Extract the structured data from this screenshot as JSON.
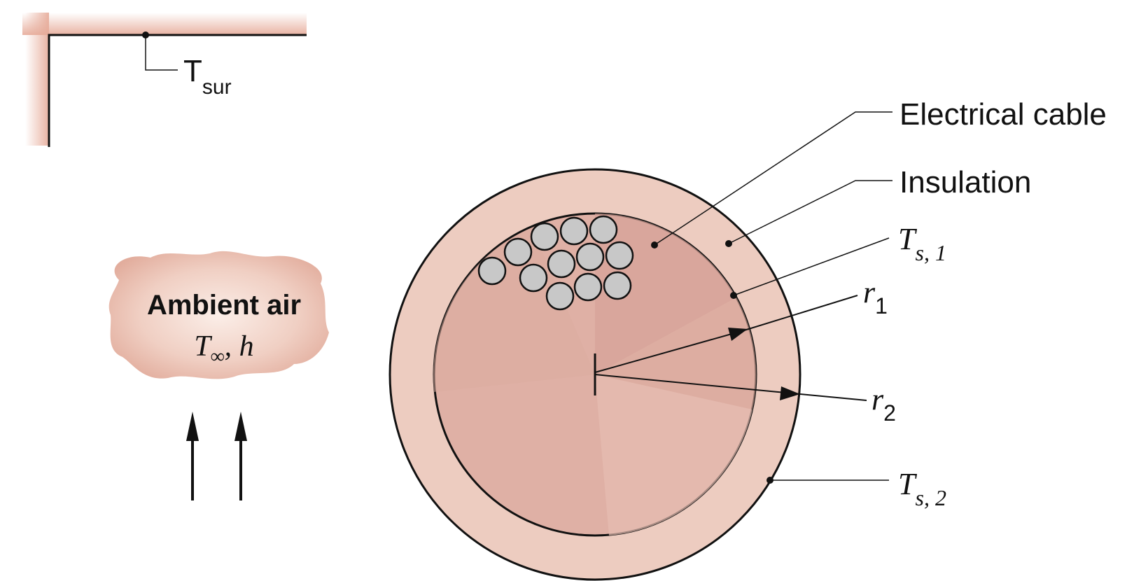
{
  "surroundings": {
    "symbol": "T",
    "subscript": "sur"
  },
  "ambient": {
    "title": "Ambient air",
    "temp_symbol": "T",
    "temp_subscript": "∞",
    "coef_text": ", h"
  },
  "labels": {
    "cable": "Electrical cable",
    "insulation": "Insulation",
    "ts1_symbol": "T",
    "ts1_subscript": "s, 1",
    "ts2_symbol": "T",
    "ts2_subscript": "s, 2",
    "r1_symbol": "r",
    "r1_subscript": "1",
    "r2_symbol": "r",
    "r2_subscript": "2"
  },
  "colors": {
    "insulation": "#edccc0",
    "core_light": "#e5b9ae",
    "core_dark": "#d9a79d",
    "strand": "#c8c8c8",
    "surroundings_shadow": "#e6aa98",
    "cloud": "#e9c0b2"
  }
}
